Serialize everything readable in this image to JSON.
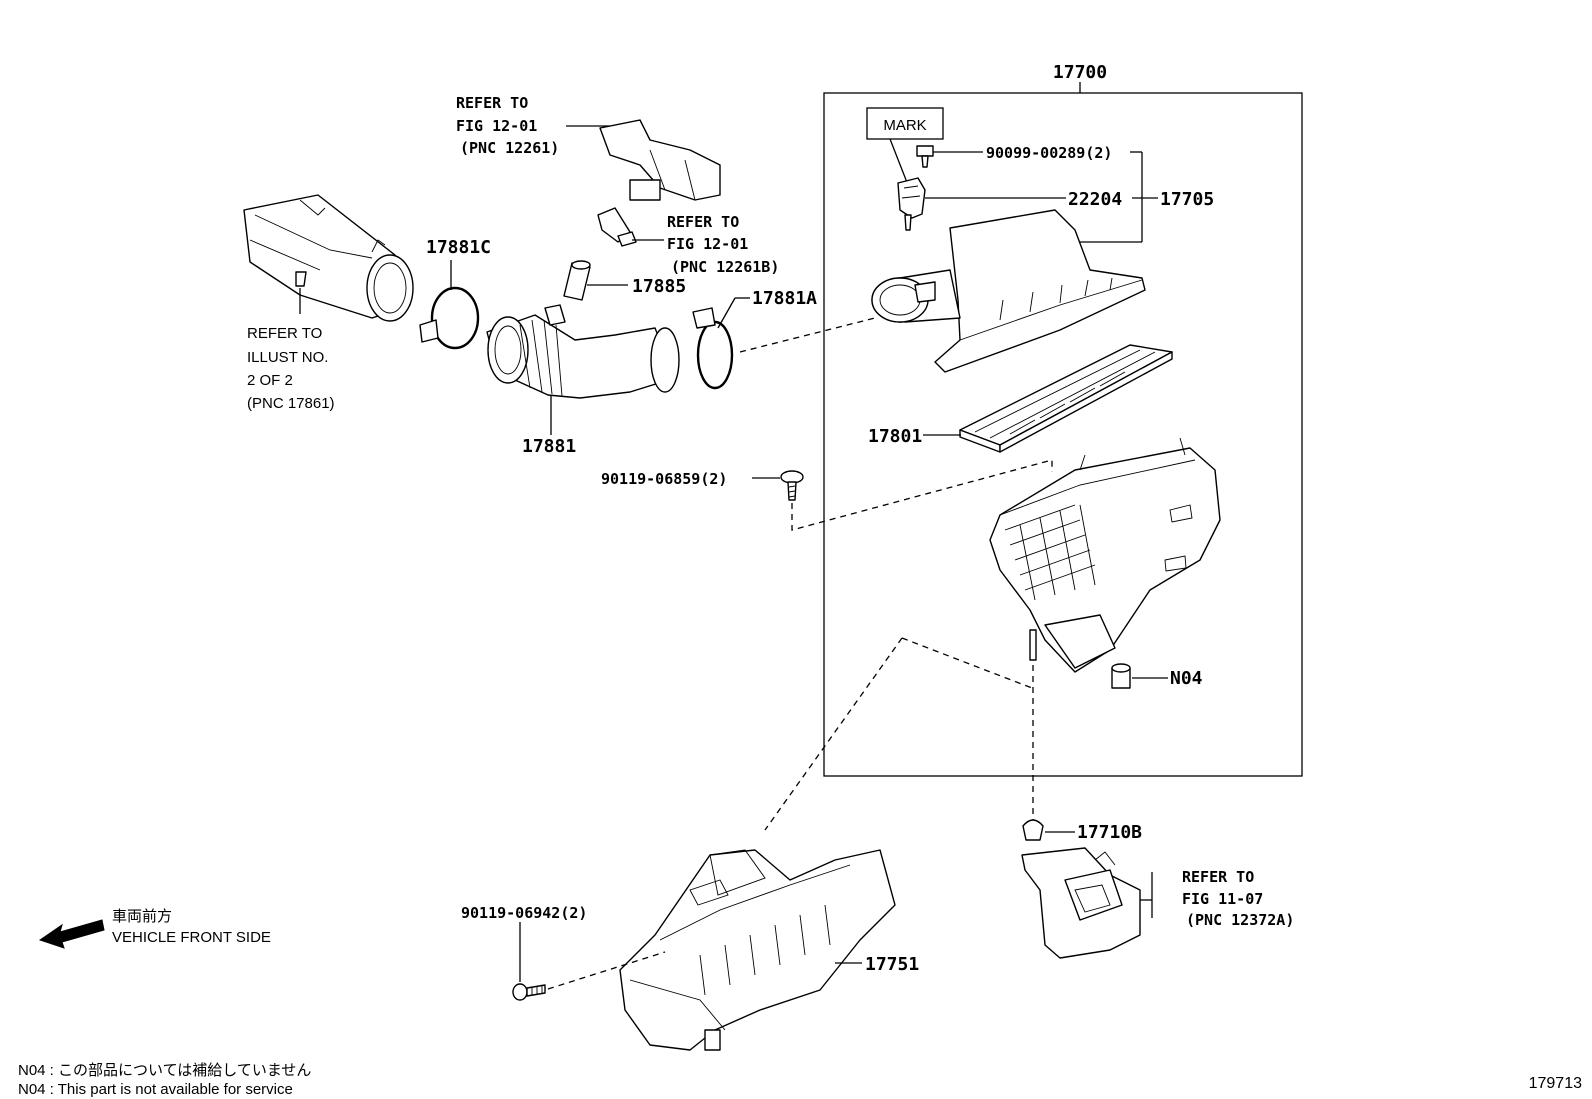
{
  "figure_id": "179713",
  "assembly": {
    "number": "17700",
    "mark_label": "MARK",
    "sub_assembly_number": "17705"
  },
  "parts": {
    "p_22204": "22204",
    "p_90099": "90099-00289(2)",
    "p_17801": "17801",
    "p_n04": "N04",
    "p_17881c": "17881C",
    "p_17885": "17885",
    "p_17881a": "17881A",
    "p_17881": "17881",
    "p_90119_06859": "90119-06859(2)",
    "p_17710b": "17710B",
    "p_90119_06942": "90119-06942(2)",
    "p_17751": "17751"
  },
  "references": {
    "ref_12261": [
      "REFER TO",
      "FIG 12-01",
      "(PNC 12261)"
    ],
    "ref_12261b": [
      "REFER TO",
      "FIG 12-01",
      "(PNC 12261B)"
    ],
    "ref_illust": [
      "REFER TO",
      "ILLUST NO.",
      "2 OF 2",
      "(PNC 17861)"
    ],
    "ref_11_07": [
      "REFER TO",
      "FIG 11-07",
      "(PNC 12372A)"
    ]
  },
  "direction": {
    "jp": "車両前方",
    "en": "VEHICLE FRONT SIDE"
  },
  "notes": [
    "N04 : この部品については補給していません",
    "N04 : This part is not available for service"
  ]
}
